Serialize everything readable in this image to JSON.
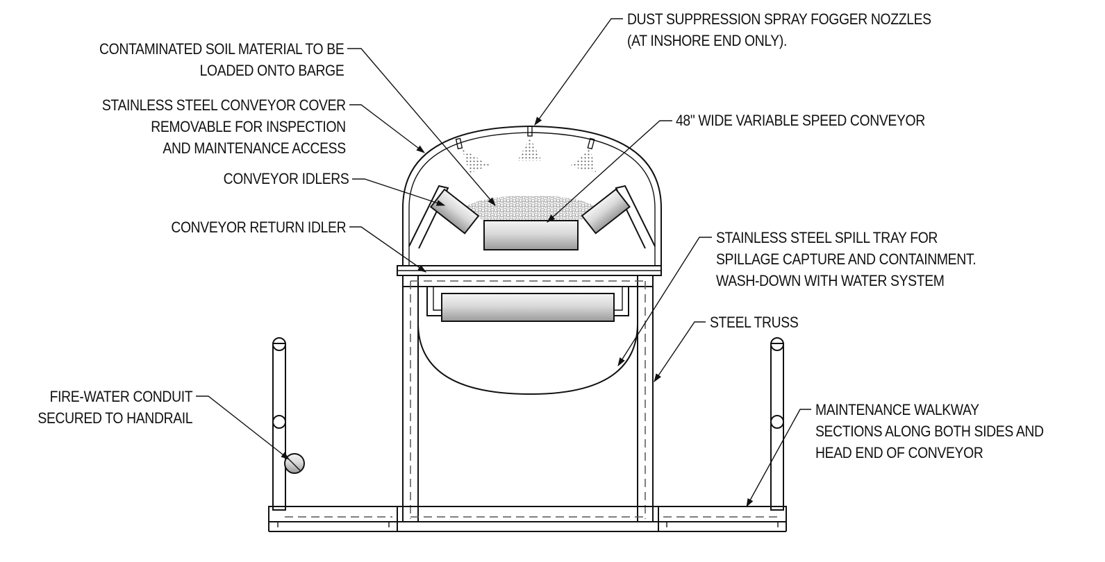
{
  "labels": {
    "contaminated_soil": [
      "CONTAMINATED SOIL MATERIAL TO BE",
      "LOADED ONTO BARGE"
    ],
    "conveyor_cover": [
      "STAINLESS STEEL CONVEYOR COVER",
      "REMOVABLE FOR INSPECTION",
      "AND MAINTENANCE ACCESS"
    ],
    "conveyor_idlers": [
      "CONVEYOR IDLERS"
    ],
    "return_idler": [
      "CONVEYOR RETURN IDLER"
    ],
    "fire_water": [
      "FIRE-WATER CONDUIT",
      "SECURED TO HANDRAIL"
    ],
    "spray_nozzles": [
      "DUST SUPPRESSION SPRAY FOGGER NOZZLES",
      "(AT INSHORE END ONLY)."
    ],
    "conveyor_48": [
      "48\" WIDE VARIABLE SPEED CONVEYOR"
    ],
    "spill_tray": [
      "STAINLESS STEEL SPILL TRAY FOR",
      "SPILLAGE CAPTURE AND CONTAINMENT.",
      "WASH-DOWN WITH WATER SYSTEM"
    ],
    "steel_truss": [
      "STEEL TRUSS"
    ],
    "walkway": [
      "MAINTENANCE WALKWAY",
      "SECTIONS ALONG BOTH SIDES AND",
      "HEAD END OF CONVEYOR"
    ]
  },
  "colors": {
    "ink": "#111111",
    "roller_light": "#f4f4f4",
    "roller_dark": "#9a9a9a",
    "spray": "#555555",
    "soil": "#8a8a8a"
  }
}
